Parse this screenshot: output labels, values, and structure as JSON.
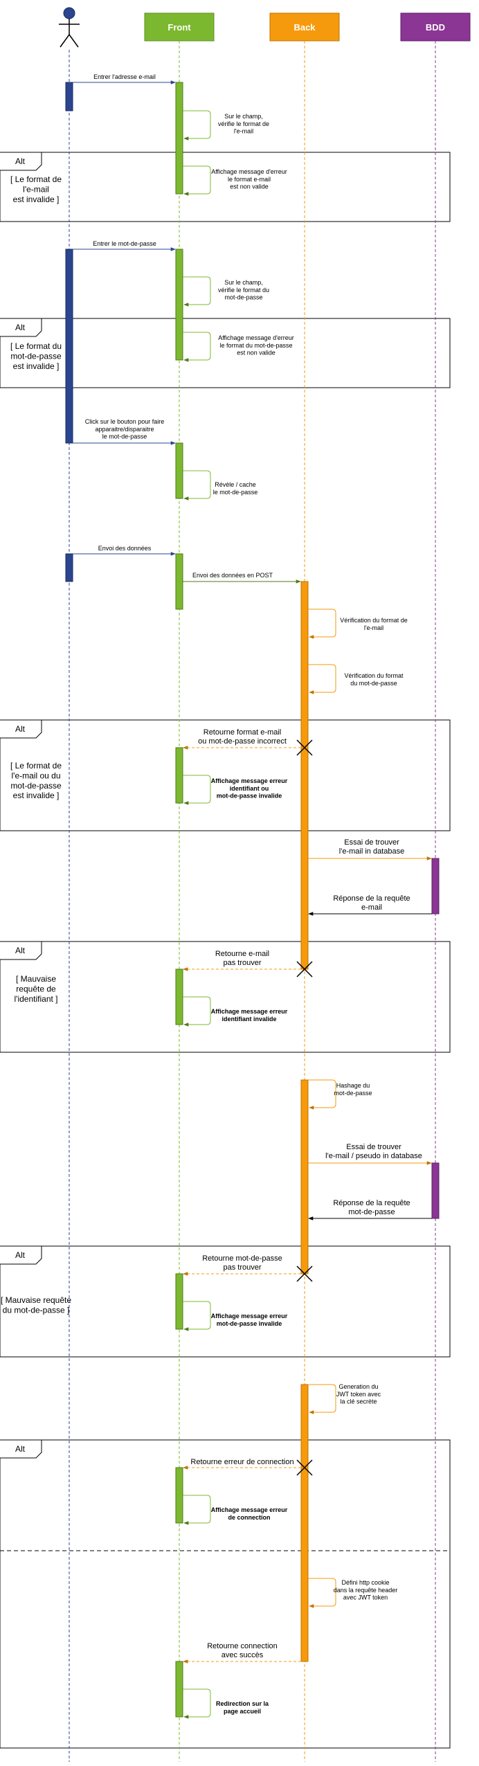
{
  "participants": {
    "actor": "",
    "front": "Front",
    "back": "Back",
    "bdd": "BDD"
  },
  "colors": {
    "blue": "#2B4590",
    "green": "#7CB82F",
    "green_dark": "#4E7A1A",
    "orange": "#F59A0C",
    "orange_dark": "#C27300",
    "purple": "#8B3594",
    "purple_dark": "#5E1F66",
    "line": "#000000"
  },
  "alt_label": "Alt",
  "messages": {
    "m1": "Entrer l'adresse e-mail",
    "s1": [
      "Sur le champ,",
      "vérifie le format de",
      "l'e-mail"
    ],
    "s2": [
      "Affichage message d'erreur",
      "le format e-mail",
      "est non valide"
    ],
    "m2": "Entrer le mot-de-passe",
    "s3": [
      "Sur le champ,",
      "vérifie le format du",
      "mot-de-passe"
    ],
    "s4": [
      "Affichage message d'erreur",
      "le format du mot-de-passe",
      "est non valide"
    ],
    "m3": [
      "Click sur le bouton pour faire",
      "apparaitre/disparaitre",
      "le mot-de-passe"
    ],
    "s5": [
      "Révèle / cache",
      "le mot-de-passe"
    ],
    "m4": "Envoi des données",
    "m5": "Envoi des données en POST",
    "s6": [
      "Vérification du format de",
      "l'e-mail"
    ],
    "s7": [
      "Vérification du format",
      "du mot-de-passe"
    ],
    "r1": [
      "Retourne format e-mail",
      "ou mot-de-passe  incorrect"
    ],
    "s8": [
      "Affichage message erreur",
      "identifiant ou",
      "mot-de-passe invalide"
    ],
    "m6": [
      "Essai de trouver",
      "l'e-mail in database"
    ],
    "r2": [
      "Réponse de la requête",
      "e-mail"
    ],
    "r3": [
      "Retourne e-mail",
      "pas trouver"
    ],
    "s9": [
      "Affichage message erreur",
      "identifiant invalide"
    ],
    "s10": [
      "Hashage du",
      "mot-de-passe"
    ],
    "m7": [
      "Essai de trouver",
      "l'e-mail / pseudo in database"
    ],
    "r4": [
      "Réponse de la requête",
      "mot-de-passe"
    ],
    "r5": [
      "Retourne mot-de-passe",
      "pas trouver"
    ],
    "s11": [
      "Affichage message erreur",
      "mot-de-passe invalide"
    ],
    "s12": [
      "Generation du",
      "JWT token avec",
      "la clé secrète"
    ],
    "r6": "Retourne erreur de connection",
    "s13": [
      "Affichage message erreur",
      "de connection"
    ],
    "s14": [
      "Défini http cookie",
      "dans la requête header",
      "avec JWT token"
    ],
    "r7": [
      "Retourne connection",
      "avec succès"
    ],
    "s15": [
      "Redirection sur la",
      "page accueil"
    ]
  },
  "guards": {
    "g1": [
      "[ Le format de",
      "l'e-mail",
      "est invalide ]"
    ],
    "g2": [
      "[ Le format du",
      "mot-de-passe",
      "est invalide ]"
    ],
    "g3": [
      "[ Le format de",
      "l'e-mail ou du",
      "mot-de-passe",
      "est invalide ]"
    ],
    "g4": [
      "[ Mauvaise",
      "requête de",
      "l'identifiant ]"
    ],
    "g5": [
      "[ Mauvaise requête",
      "du mot-de-passe ]"
    ]
  }
}
